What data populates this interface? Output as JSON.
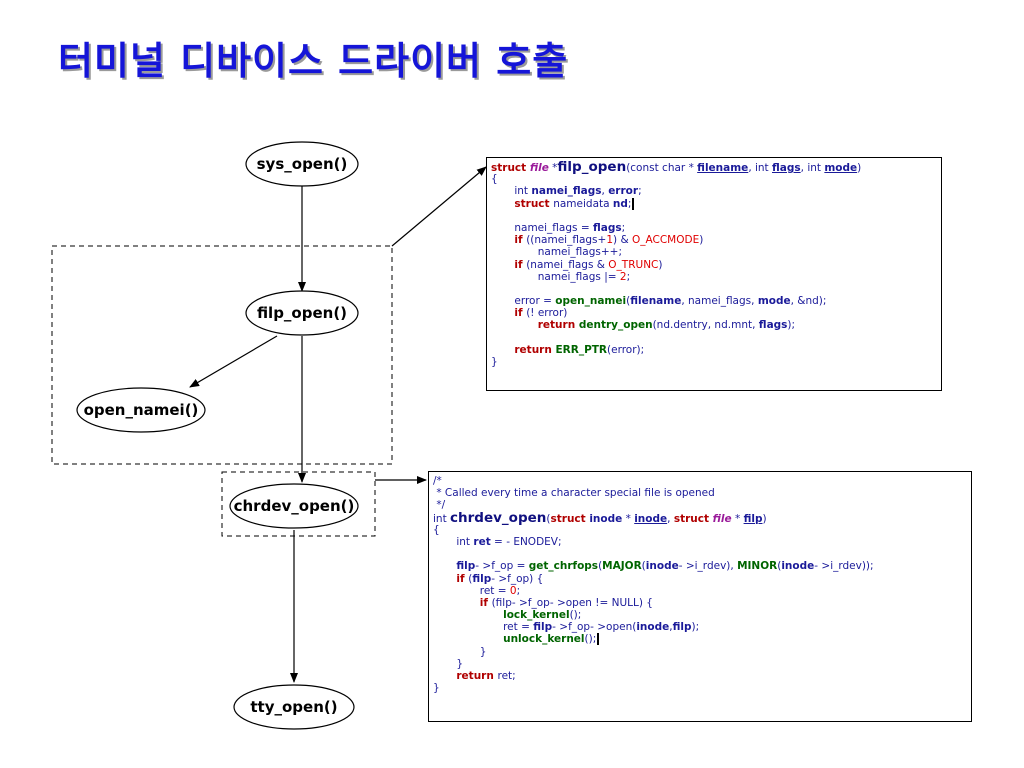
{
  "title": "터미널 디바이스 드라이버 호출",
  "nodes": {
    "sys_open": "sys_open()",
    "filp_open": "filp_open()",
    "open_namei": "open_namei()",
    "chrdev_open": "chrdev_open()",
    "tty_open": "tty_open()"
  },
  "code_filp_open": [
    [
      [
        "kw",
        "struct "
      ],
      [
        "ty",
        "file"
      ],
      [
        "pl",
        " *"
      ],
      [
        "big",
        "filp_open"
      ],
      [
        "pl",
        "(const char * "
      ],
      [
        "ul",
        "filename"
      ],
      [
        "pl",
        ", int "
      ],
      [
        "ul",
        "flags"
      ],
      [
        "pl",
        ", int "
      ],
      [
        "ul",
        "mode"
      ],
      [
        "pl",
        ")"
      ]
    ],
    [
      [
        "pl",
        "{"
      ]
    ],
    [
      [
        "pl",
        "       int "
      ],
      [
        "id",
        "namei_flags"
      ],
      [
        "pl",
        ", "
      ],
      [
        "id",
        "error"
      ],
      [
        "pl",
        ";"
      ]
    ],
    [
      [
        "pl",
        "       "
      ],
      [
        "kw",
        "struct "
      ],
      [
        "pl",
        "nameidata "
      ],
      [
        "id",
        "nd"
      ],
      [
        "pl",
        ";"
      ],
      [
        "caret",
        ""
      ]
    ],
    [
      [
        "pl",
        ""
      ]
    ],
    [
      [
        "pl",
        "       namei_flags = "
      ],
      [
        "id",
        "flags"
      ],
      [
        "pl",
        ";"
      ]
    ],
    [
      [
        "pl",
        "       "
      ],
      [
        "kw",
        "if "
      ],
      [
        "pl",
        "((namei_flags+"
      ],
      [
        "nm",
        "1"
      ],
      [
        "pl",
        ") & "
      ],
      [
        "nm",
        "O_ACCMODE"
      ],
      [
        "pl",
        ")"
      ]
    ],
    [
      [
        "pl",
        "              namei_flags++;"
      ]
    ],
    [
      [
        "pl",
        "       "
      ],
      [
        "kw",
        "if "
      ],
      [
        "pl",
        "(namei_flags & "
      ],
      [
        "nm",
        "O_TRUNC"
      ],
      [
        "pl",
        ")"
      ]
    ],
    [
      [
        "pl",
        "              namei_flags |= "
      ],
      [
        "nm",
        "2"
      ],
      [
        "pl",
        ";"
      ]
    ],
    [
      [
        "pl",
        ""
      ]
    ],
    [
      [
        "pl",
        "       error = "
      ],
      [
        "fn",
        "open_namei"
      ],
      [
        "pl",
        "("
      ],
      [
        "id",
        "filename"
      ],
      [
        "pl",
        ", namei_flags, "
      ],
      [
        "id",
        "mode"
      ],
      [
        "pl",
        ", &nd);"
      ]
    ],
    [
      [
        "pl",
        "       "
      ],
      [
        "kw",
        "if "
      ],
      [
        "pl",
        "(! error)"
      ]
    ],
    [
      [
        "pl",
        "              "
      ],
      [
        "kw",
        "return "
      ],
      [
        "fn",
        "dentry_open"
      ],
      [
        "pl",
        "(nd.dentry, nd.mnt, "
      ],
      [
        "id",
        "flags"
      ],
      [
        "pl",
        ");"
      ]
    ],
    [
      [
        "pl",
        ""
      ]
    ],
    [
      [
        "pl",
        "       "
      ],
      [
        "kw",
        "return "
      ],
      [
        "fn",
        "ERR_PTR"
      ],
      [
        "pl",
        "(error);"
      ]
    ],
    [
      [
        "pl",
        "}"
      ]
    ]
  ],
  "code_chrdev_open": [
    [
      [
        "cm",
        "/*"
      ]
    ],
    [
      [
        "cm",
        " * Called every time a character special file is opened"
      ]
    ],
    [
      [
        "cm",
        " */"
      ]
    ],
    [
      [
        "pl",
        "int "
      ],
      [
        "big",
        "chrdev_open"
      ],
      [
        "pl",
        "("
      ],
      [
        "kw",
        "struct "
      ],
      [
        "id",
        "inode"
      ],
      [
        "pl",
        " * "
      ],
      [
        "ul",
        "inode"
      ],
      [
        "pl",
        ", "
      ],
      [
        "kw",
        "struct "
      ],
      [
        "ty",
        "file"
      ],
      [
        "pl",
        " * "
      ],
      [
        "ul",
        "filp"
      ],
      [
        "pl",
        ")"
      ]
    ],
    [
      [
        "pl",
        "{"
      ]
    ],
    [
      [
        "pl",
        "       int "
      ],
      [
        "id",
        "ret"
      ],
      [
        "pl",
        " = - ENODEV;"
      ]
    ],
    [
      [
        "pl",
        ""
      ]
    ],
    [
      [
        "pl",
        "       "
      ],
      [
        "id",
        "filp"
      ],
      [
        "pl",
        "- >f_op = "
      ],
      [
        "fn",
        "get_chrfops"
      ],
      [
        "pl",
        "("
      ],
      [
        "fn",
        "MAJOR"
      ],
      [
        "pl",
        "("
      ],
      [
        "id",
        "inode"
      ],
      [
        "pl",
        "- >i_rdev), "
      ],
      [
        "fn",
        "MINOR"
      ],
      [
        "pl",
        "("
      ],
      [
        "id",
        "inode"
      ],
      [
        "pl",
        "- >i_rdev));"
      ]
    ],
    [
      [
        "pl",
        "       "
      ],
      [
        "kw",
        "if "
      ],
      [
        "pl",
        "("
      ],
      [
        "id",
        "filp"
      ],
      [
        "pl",
        "- >f_op) {"
      ]
    ],
    [
      [
        "pl",
        "              ret = "
      ],
      [
        "nm",
        "0"
      ],
      [
        "pl",
        ";"
      ]
    ],
    [
      [
        "pl",
        "              "
      ],
      [
        "kw",
        "if "
      ],
      [
        "pl",
        "(filp- >f_op- >open != NULL) {"
      ]
    ],
    [
      [
        "pl",
        "                     "
      ],
      [
        "fn",
        "lock_kernel"
      ],
      [
        "pl",
        "();"
      ]
    ],
    [
      [
        "pl",
        "                     ret = "
      ],
      [
        "id",
        "filp"
      ],
      [
        "pl",
        "- >f_op- >open("
      ],
      [
        "id",
        "inode"
      ],
      [
        "pl",
        ","
      ],
      [
        "id",
        "filp"
      ],
      [
        "pl",
        ");"
      ]
    ],
    [
      [
        "pl",
        "                     "
      ],
      [
        "fn",
        "unlock_kernel"
      ],
      [
        "pl",
        "();"
      ],
      [
        "caret",
        ""
      ]
    ],
    [
      [
        "pl",
        "              }"
      ]
    ],
    [
      [
        "pl",
        "       }"
      ]
    ],
    [
      [
        "pl",
        "       "
      ],
      [
        "kw",
        "return "
      ],
      [
        "pl",
        "ret;"
      ]
    ],
    [
      [
        "pl",
        "}"
      ]
    ]
  ]
}
